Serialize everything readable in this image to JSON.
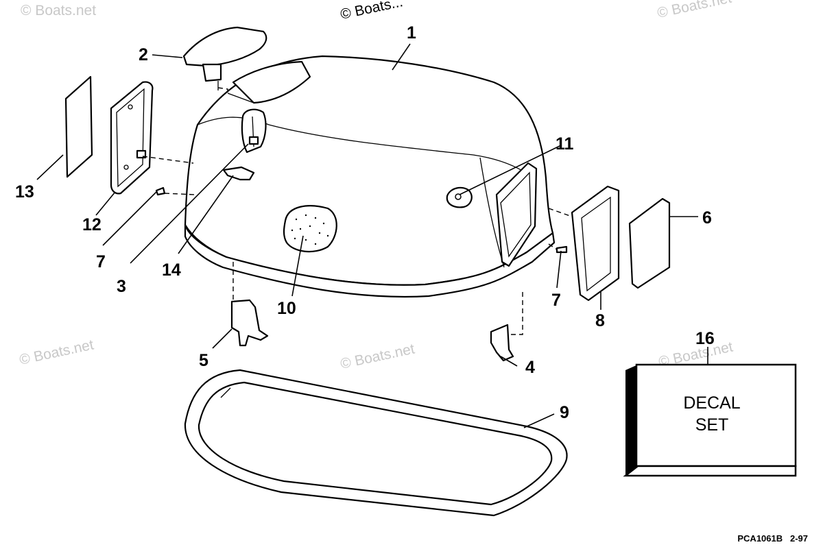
{
  "watermark": {
    "text": "© Boats.net",
    "top_text": "© Boats..."
  },
  "callouts": {
    "c1": "1",
    "c2": "2",
    "c3": "3",
    "c4": "4",
    "c5": "5",
    "c6": "6",
    "c7a": "7",
    "c7b": "7",
    "c8": "8",
    "c9": "9",
    "c10": "10",
    "c11": "11",
    "c12": "12",
    "c13": "13",
    "c14": "14",
    "c16": "16"
  },
  "decal_box": {
    "line1": "DECAL",
    "line2": "SET"
  },
  "figure_code": "PCA1061B   2-97"
}
